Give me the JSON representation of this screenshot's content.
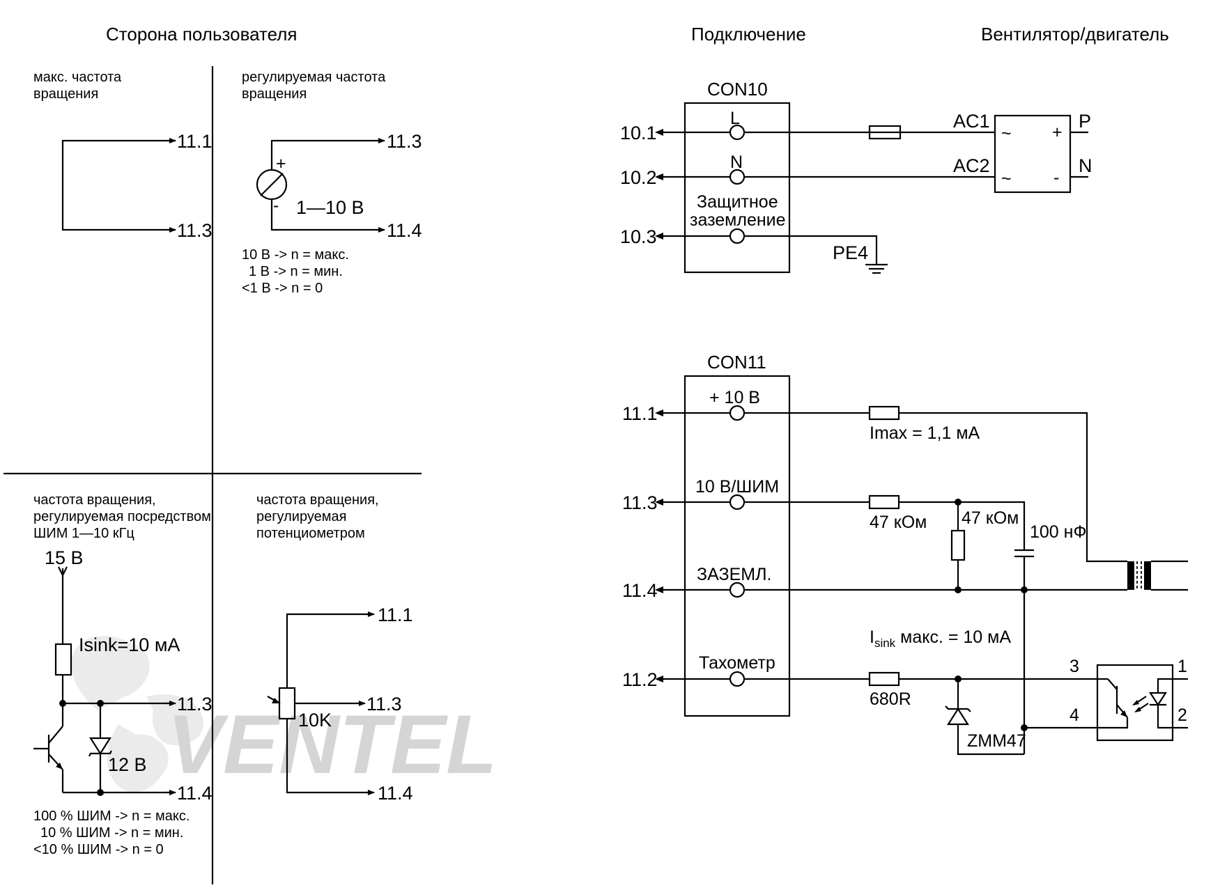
{
  "headers": {
    "user_side": "Сторона пользователя",
    "connection": "Подключение",
    "fan_motor": "Вентилятор/двигатель"
  },
  "panels": {
    "max_speed": {
      "title_line1": "макс. частота",
      "title_line2": "вращения",
      "terminals": [
        "11.1",
        "11.3"
      ]
    },
    "regulated_speed": {
      "title_line1": "регулируемая частота",
      "title_line2": "вращения",
      "terminals": [
        "11.3",
        "11.4"
      ],
      "plus": "+",
      "minus": "-",
      "voltage": "1—10 В",
      "notes": [
        "10 В -> n = макс.",
        "1 В -> n = мин.",
        "<1 В -> n = 0"
      ]
    },
    "pwm": {
      "title_line1": "частота вращения,",
      "title_line2": "регулируемая посредством",
      "title_line3": "ШИМ 1—10 кГц",
      "supply": "15 В",
      "isink": "Isink=10 мА",
      "zener": "12 В",
      "terminals": [
        "11.3",
        "11.4"
      ],
      "notes": [
        "100 % ШИМ -> n = макс.",
        "10 % ШИМ -> n = мин.",
        "<10 % ШИМ -> n = 0"
      ]
    },
    "potentiometer": {
      "title_line1": "частота вращения,",
      "title_line2": "регулируемая",
      "title_line3": "потенциометром",
      "pot_value": "10K",
      "terminals": [
        "11.1",
        "11.3",
        "11.4"
      ]
    }
  },
  "con10": {
    "name": "CON10",
    "pins": [
      {
        "terminal": "10.1",
        "label": "L"
      },
      {
        "terminal": "10.2",
        "label": "N"
      },
      {
        "terminal": "10.3",
        "label_line1": "Защитное",
        "label_line2": "заземление"
      }
    ],
    "ac1": "AC1",
    "ac2": "AC2",
    "p": "P",
    "n": "N",
    "tilde1": "~",
    "tilde2": "~",
    "plus": "+",
    "minus": "-",
    "pe": "PE4"
  },
  "con11": {
    "name": "CON11",
    "pins": [
      {
        "terminal": "11.1",
        "label": "+ 10 В"
      },
      {
        "terminal": "11.3",
        "label": "10 В/ШИМ"
      },
      {
        "terminal": "11.4",
        "label": "ЗАЗЕМЛ."
      },
      {
        "terminal": "11.2",
        "label": "Тахометр"
      }
    ],
    "imax": "Imax = 1,1 мА",
    "r1": "47 кОм",
    "r2": "47 кОм",
    "cap": "100 нФ",
    "isink_main": "I",
    "isink_sub": "sink",
    "isink_rest": " макс. = 10 мА",
    "r3": "680R",
    "zener": "ZMM47",
    "opto_pins": [
      "3",
      "4",
      "1",
      "2"
    ]
  },
  "watermark": "VENTEL"
}
